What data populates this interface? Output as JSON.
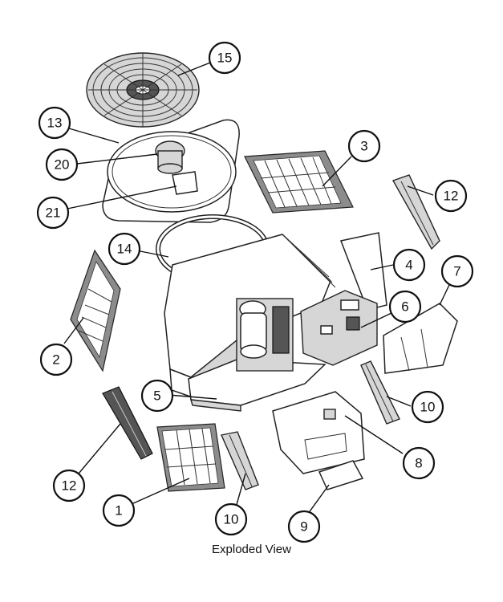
{
  "caption": "Exploded View",
  "callouts": [
    "15",
    "13",
    "20",
    "21",
    "3",
    "12",
    "14",
    "4",
    "7",
    "2",
    "6",
    "5",
    "10",
    "12",
    "8",
    "1",
    "10",
    "9"
  ]
}
